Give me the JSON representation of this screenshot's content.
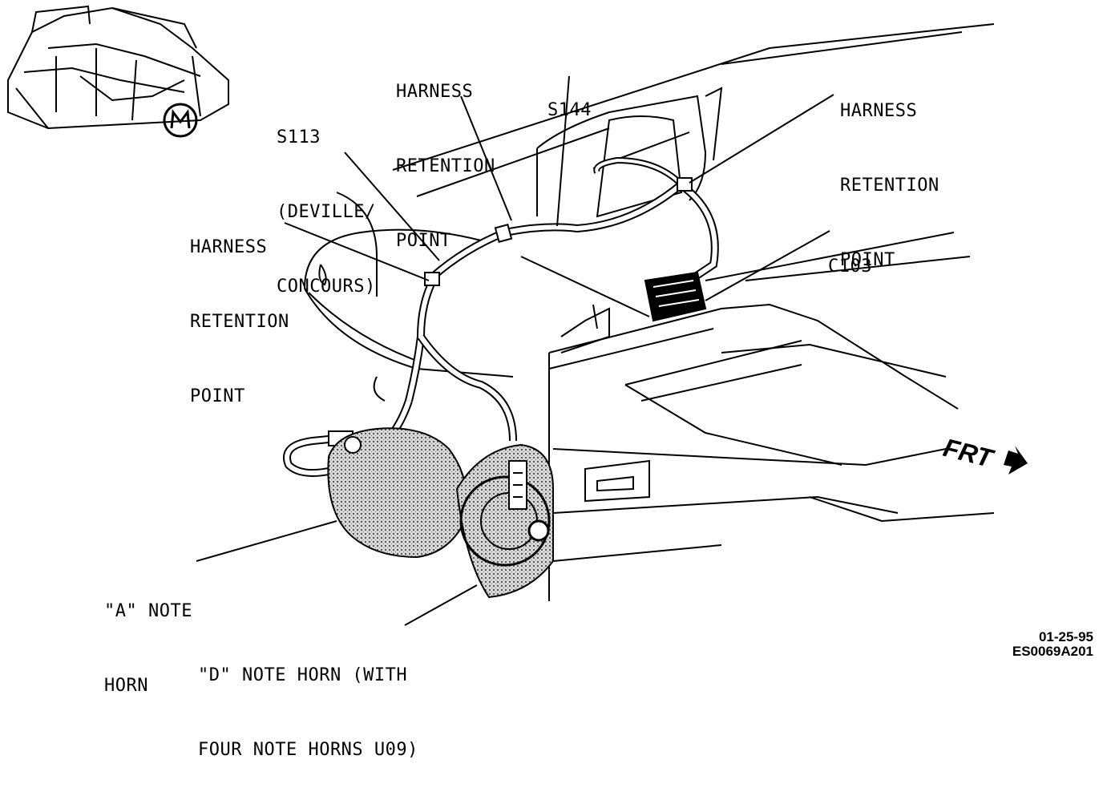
{
  "labels": {
    "s113_line1": "S113",
    "s113_line2": "(DEVILLE/",
    "s113_line3": "CONCOURS)",
    "hrp_top_line1": "HARNESS",
    "hrp_top_line2": "RETENTION",
    "hrp_top_line3": "POINT",
    "s144": "S144",
    "hrp_right_line1": "HARNESS",
    "hrp_right_line2": "RETENTION",
    "hrp_right_line3": "POINT",
    "hrp_left_line1": "HARNESS",
    "hrp_left_line2": "RETENTION",
    "hrp_left_line3": "POINT",
    "c103": "C103",
    "a_horn_line1": "\"A\" NOTE",
    "a_horn_line2": "HORN",
    "d_horn_line1": "\"D\" NOTE HORN (WITH",
    "d_horn_line2": "FOUR NOTE HORNS U09)",
    "frt": "FRT"
  },
  "footer": {
    "date": "01-25-95",
    "code": "ES0069A201"
  },
  "colors": {
    "ink": "#000000",
    "paper": "#ffffff",
    "stipple": "#9a9a9a"
  }
}
